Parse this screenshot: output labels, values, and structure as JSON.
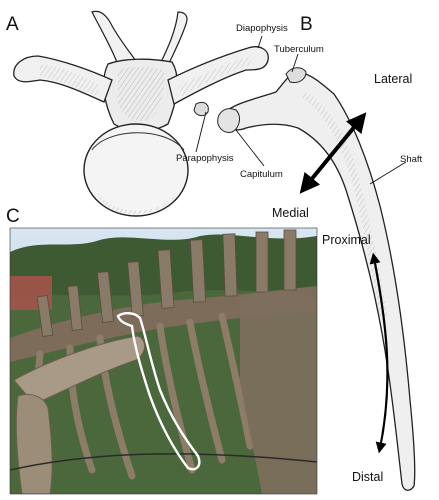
{
  "panels": {
    "a": "A",
    "b": "B",
    "c": "C"
  },
  "vertebra_labels": {
    "diapophysis": "Diapophysis",
    "parapophysis": "Parapophysis",
    "capitulum": "Capitulum",
    "tuberculum": "Tuberculum",
    "shaft": "Shaft"
  },
  "directions": {
    "lateral": "Lateral",
    "medial": "Medial",
    "proximal": "Proximal",
    "distal": "Distal"
  },
  "colors": {
    "bone_fill": "#eeeeee",
    "bone_stroke": "#222222",
    "outline_highlight": "#ffffff",
    "sky": "#cfe0ee",
    "foliage": "#3d5a32",
    "fossil": "#8a7a68"
  }
}
